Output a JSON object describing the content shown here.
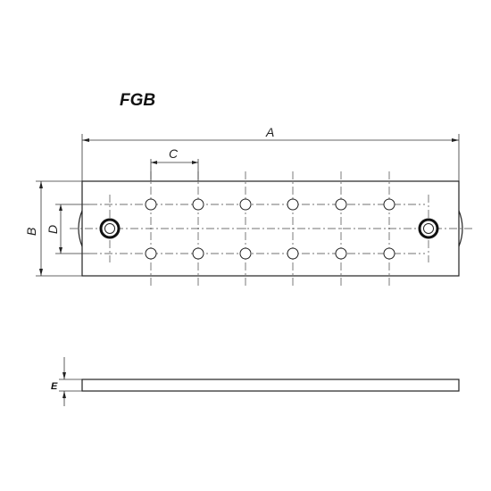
{
  "title": "FGB",
  "dimensions": {
    "A": "A",
    "B": "B",
    "C": "C",
    "D": "D",
    "E": "E"
  }
}
